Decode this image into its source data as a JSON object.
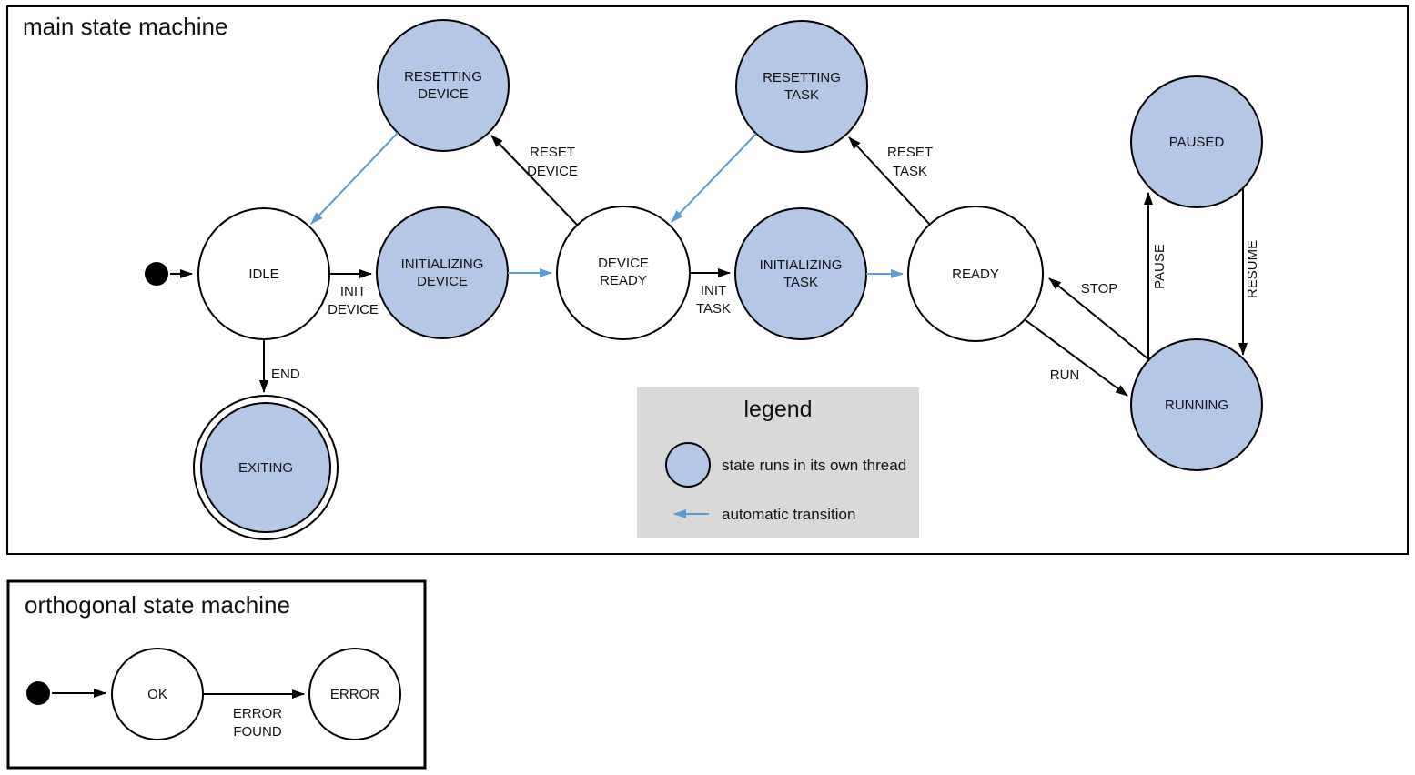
{
  "main": {
    "title": "main state machine",
    "states": {
      "resetting_device": {
        "l1": "RESETTING",
        "l2": "DEVICE"
      },
      "resetting_task": {
        "l1": "RESETTING",
        "l2": "TASK"
      },
      "paused": {
        "l1": "PAUSED"
      },
      "idle": {
        "l1": "IDLE"
      },
      "initializing_device": {
        "l1": "INITIALIZING",
        "l2": "DEVICE"
      },
      "device_ready": {
        "l1": "DEVICE",
        "l2": "READY"
      },
      "initializing_task": {
        "l1": "INITIALIZING",
        "l2": "TASK"
      },
      "ready": {
        "l1": "READY"
      },
      "running": {
        "l1": "RUNNING"
      },
      "exiting": {
        "l1": "EXITING"
      }
    },
    "transitions": {
      "init_device": {
        "l1": "INIT",
        "l2": "DEVICE"
      },
      "reset_device": {
        "l1": "RESET",
        "l2": "DEVICE"
      },
      "init_task": {
        "l1": "INIT",
        "l2": "TASK"
      },
      "reset_task": {
        "l1": "RESET",
        "l2": "TASK"
      },
      "end": "END",
      "stop": "STOP",
      "run": "RUN",
      "pause": "PAUSE",
      "resume": "RESUME"
    }
  },
  "legend": {
    "title": "legend",
    "thread_label": "state runs in its own thread",
    "auto_label": "automatic transition"
  },
  "orthogonal": {
    "title": "orthogonal state machine",
    "states": {
      "ok": "OK",
      "error": "ERROR"
    },
    "transitions": {
      "error_found": {
        "l1": "ERROR",
        "l2": "FOUND"
      }
    }
  },
  "colors": {
    "state_thread_fill": "#b4c7e7",
    "auto_transition_blue": "#5b9bd5",
    "legend_bg": "#d9d9d9",
    "line_black": "#000000"
  }
}
